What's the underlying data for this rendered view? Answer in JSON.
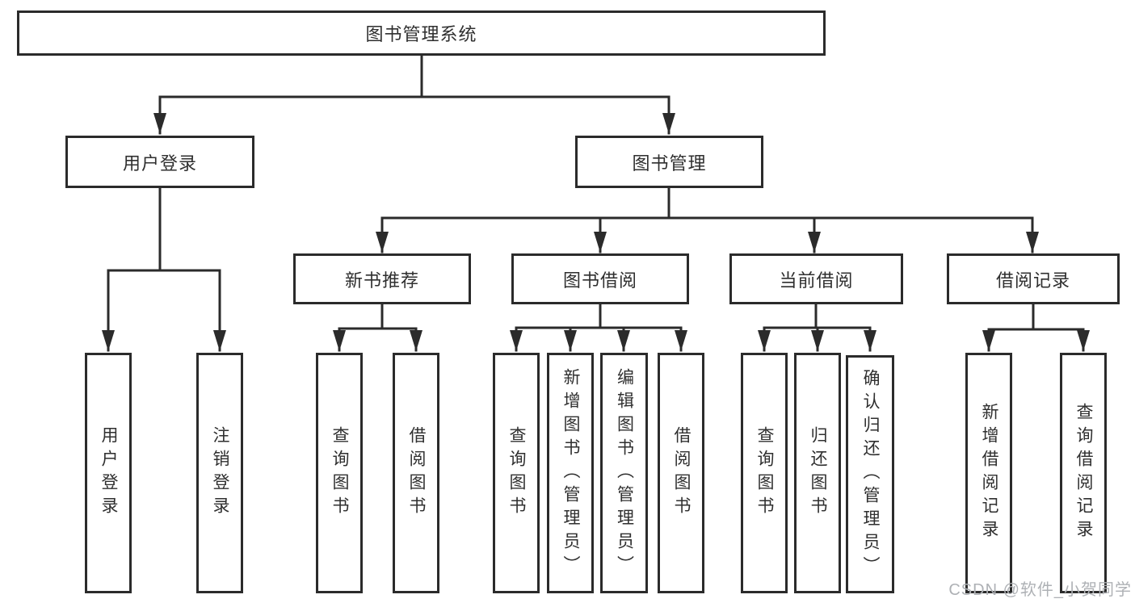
{
  "diagram": {
    "root": {
      "label": "图书管理系统"
    },
    "level2": [
      {
        "label": "用户登录"
      },
      {
        "label": "图书管理"
      }
    ],
    "level3": [
      {
        "label": "新书推荐",
        "parent": "图书管理"
      },
      {
        "label": "图书借阅",
        "parent": "图书管理"
      },
      {
        "label": "当前借阅",
        "parent": "图书管理"
      },
      {
        "label": "借阅记录",
        "parent": "图书管理"
      }
    ],
    "leaves": [
      {
        "label": "用户登录",
        "parent": "用户登录"
      },
      {
        "label": "注销登录",
        "parent": "用户登录"
      },
      {
        "label": "查询图书",
        "parent": "新书推荐"
      },
      {
        "label": "借阅图书",
        "parent": "新书推荐"
      },
      {
        "label": "查询图书",
        "parent": "图书借阅"
      },
      {
        "label": "新增图书（管理员）",
        "parent": "图书借阅"
      },
      {
        "label": "编辑图书（管理员）",
        "parent": "图书借阅"
      },
      {
        "label": "借阅图书",
        "parent": "图书借阅"
      },
      {
        "label": "查询图书",
        "parent": "当前借阅"
      },
      {
        "label": "归还图书",
        "parent": "当前借阅"
      },
      {
        "label": "确认归还（管理员）",
        "parent": "当前借阅"
      },
      {
        "label": "新增借阅记录",
        "parent": "借阅记录"
      },
      {
        "label": "查询借阅记录",
        "parent": "借阅记录"
      }
    ]
  },
  "watermark": {
    "text": "CSDN @软件_小贺同学"
  },
  "colors": {
    "line": "#2b2b2b",
    "box_border": "#2b2b2b",
    "box_fill": "#ffffff",
    "text": "#2f2f2f",
    "watermark": "#aeb1b5",
    "background": "#ffffff"
  }
}
